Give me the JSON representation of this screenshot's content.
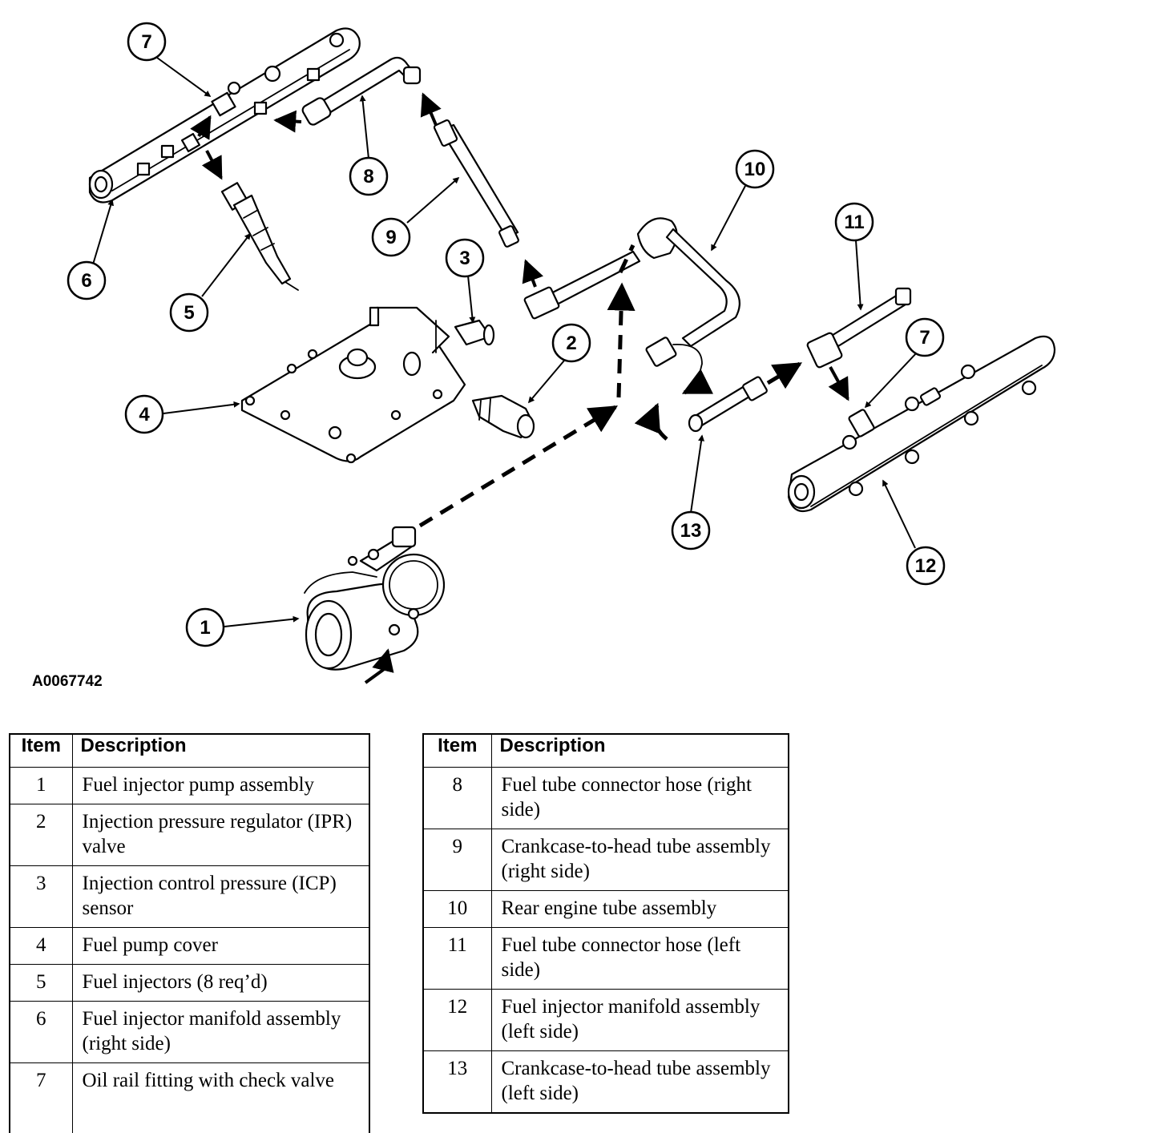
{
  "figure_id": "A0067742",
  "callouts": [
    "7",
    "8",
    "10",
    "9",
    "6",
    "5",
    "3",
    "2",
    "11",
    "7",
    "4",
    "13",
    "12",
    "1"
  ],
  "legend_left": {
    "header_item": "Item",
    "header_description": "Description",
    "rows": [
      {
        "item": "1",
        "description": "Fuel injector pump assembly"
      },
      {
        "item": "2",
        "description": "Injection pressure regulator (IPR) valve"
      },
      {
        "item": "3",
        "description": "Injection control pressure (ICP) sensor"
      },
      {
        "item": "4",
        "description": "Fuel pump cover"
      },
      {
        "item": "5",
        "description": "Fuel injectors (8 req’d)"
      },
      {
        "item": "6",
        "description": "Fuel injector manifold assembly (right side)"
      },
      {
        "item": "7",
        "description": "Oil rail fitting with check valve"
      }
    ]
  },
  "legend_right": {
    "header_item": "Item",
    "header_description": "Description",
    "rows": [
      {
        "item": "8",
        "description": "Fuel tube connector hose (right side)"
      },
      {
        "item": "9",
        "description": "Crankcase-to-head tube assembly (right side)"
      },
      {
        "item": "10",
        "description": "Rear engine tube assembly"
      },
      {
        "item": "11",
        "description": "Fuel tube connector hose (left side)"
      },
      {
        "item": "12",
        "description": "Fuel injector manifold assembly (left side)"
      },
      {
        "item": "13",
        "description": "Crankcase-to-head tube assembly (left side)"
      }
    ]
  }
}
